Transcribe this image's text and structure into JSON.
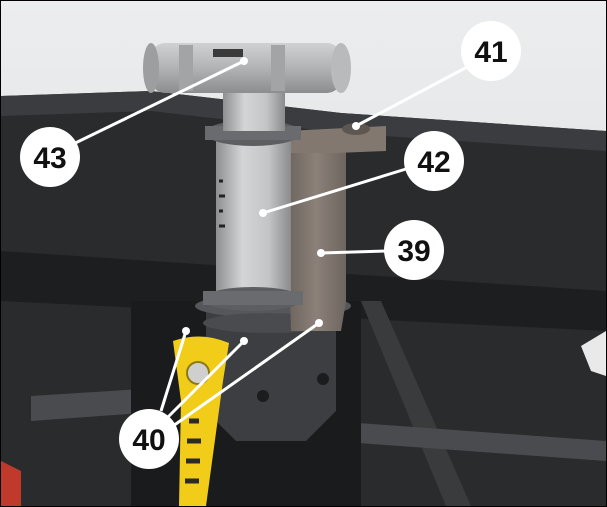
{
  "callouts": [
    {
      "id": "43",
      "label": "43"
    },
    {
      "id": "41",
      "label": "41"
    },
    {
      "id": "42",
      "label": "42"
    },
    {
      "id": "39",
      "label": "39"
    },
    {
      "id": "40",
      "label": "40"
    }
  ],
  "colors": {
    "sky": "#e7e9eb",
    "frame_dark": "#232426",
    "tube": "#bfc0c1",
    "bracket": "#7a716a",
    "strap": "#f5d21c",
    "leader": "#ffffff",
    "callout_fill": "#ffffff"
  }
}
